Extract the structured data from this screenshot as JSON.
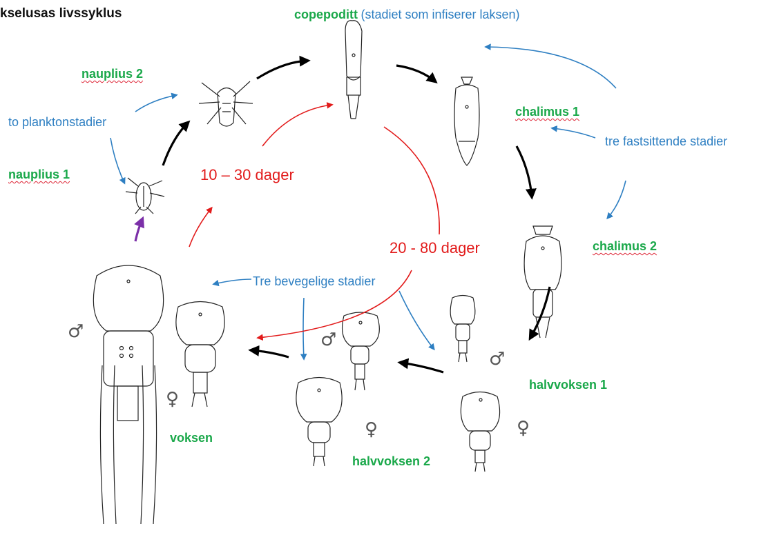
{
  "title": "kselusas livssyklus",
  "stages": {
    "nauplius1": "nauplius 1",
    "nauplius2": "nauplius 2",
    "copepodid": "copepoditt",
    "copepodid_note": "(stadiet som infiserer laksen)",
    "chalimus1": "chalimus 1",
    "chalimus2": "chalimus 2",
    "preadult1": "halvvoksen  1",
    "preadult2": "halvvoksen 2",
    "adult": "voksen"
  },
  "groups": {
    "plankton": "to planktonstadier",
    "attached": "tre fastsittende stadier",
    "mobile": "Tre bevegelige stadier"
  },
  "durations": {
    "short": "10 – 30 dager",
    "long": "20 - 80 dager"
  },
  "sex_symbols": {
    "male": "♂",
    "female": "♀"
  },
  "colors": {
    "stage_label": "#1aa84a",
    "group_label": "#2e7fc2",
    "duration": "#e21b1b",
    "cycle_arrow": "#000000",
    "hatch_arrow": "#7b2fa8"
  }
}
